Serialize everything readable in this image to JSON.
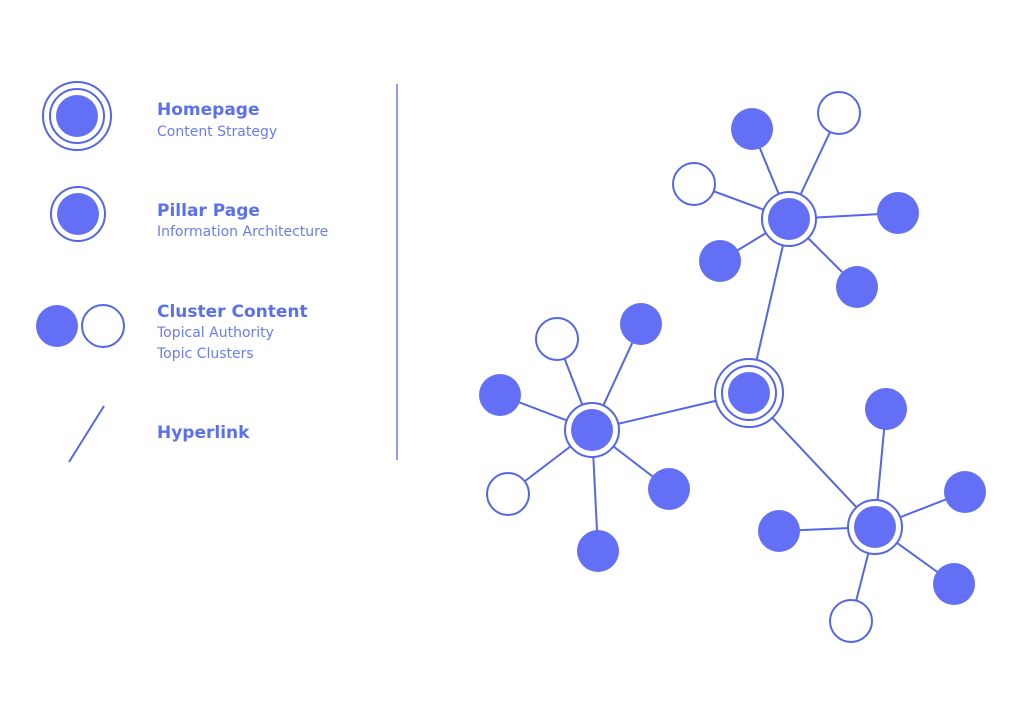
{
  "colors": {
    "accent": "#6370f5",
    "stroke": "#5566e8",
    "text": "#5b70f0",
    "background": "#ffffff"
  },
  "legend": {
    "homepage": {
      "title": "Homepage",
      "subtitle": "Content Strategy"
    },
    "pillar": {
      "title": "Pillar Page",
      "subtitle": "Information Architecture"
    },
    "cluster": {
      "title": "Cluster Content",
      "subtitle_1": "Topical Authority",
      "subtitle_2": "Topic Clusters"
    },
    "hyperlink": {
      "title": "Hyperlink"
    }
  }
}
